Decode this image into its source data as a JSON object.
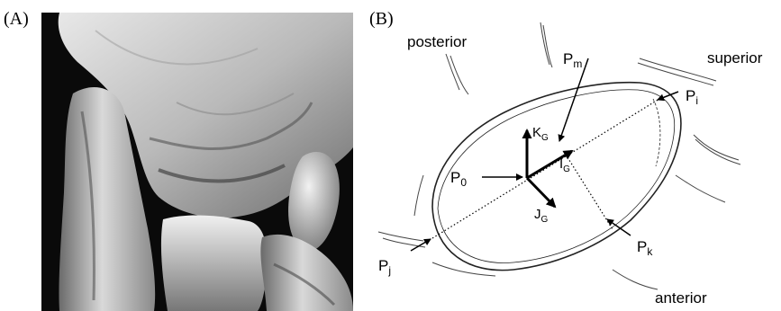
{
  "panel_a": {
    "label": "(A)"
  },
  "panel_b": {
    "label": "(B)",
    "labels": {
      "posterior": "posterior",
      "superior": "superior",
      "anterior": "anterior",
      "p_m_base": "P",
      "p_m_sub": "m",
      "p_i_base": "P",
      "p_i_sub": "i",
      "p_0_base": "P",
      "p_0_sub": "0",
      "p_k_base": "P",
      "p_k_sub": "k",
      "p_j_base": "P",
      "p_j_sub": "j",
      "k_g_base": "K",
      "k_g_sub": "G",
      "i_g_base": "I",
      "i_g_sub": "G",
      "j_g_base": "J",
      "j_g_sub": "G"
    }
  }
}
